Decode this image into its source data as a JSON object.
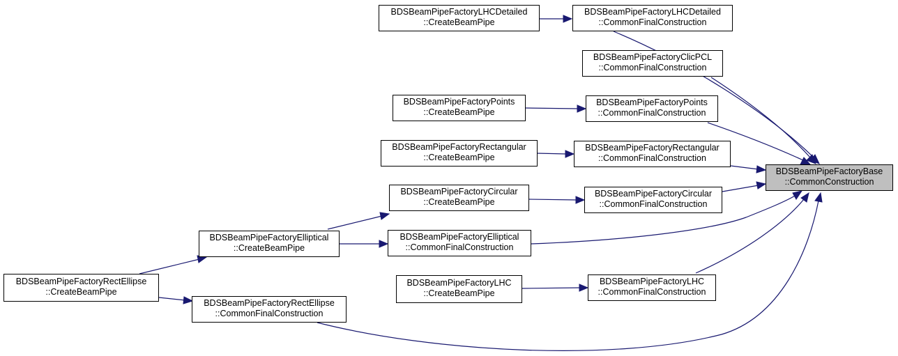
{
  "colors": {
    "edge": "#191970",
    "node_border": "#000000",
    "highlight_fill": "#bfbfbf",
    "background": "#ffffff"
  },
  "nodes": {
    "lhcd_create": {
      "line1": "BDSBeamPipeFactoryLHCDetailed",
      "line2": "::CreateBeamPipe"
    },
    "lhcd_common": {
      "line1": "BDSBeamPipeFactoryLHCDetailed",
      "line2": "::CommonFinalConstruction"
    },
    "clic_common": {
      "line1": "BDSBeamPipeFactoryClicPCL",
      "line2": "::CommonFinalConstruction"
    },
    "points_create": {
      "line1": "BDSBeamPipeFactoryPoints",
      "line2": "::CreateBeamPipe"
    },
    "points_common": {
      "line1": "BDSBeamPipeFactoryPoints",
      "line2": "::CommonFinalConstruction"
    },
    "rect_create": {
      "line1": "BDSBeamPipeFactoryRectangular",
      "line2": "::CreateBeamPipe"
    },
    "rect_common": {
      "line1": "BDSBeamPipeFactoryRectangular",
      "line2": "::CommonFinalConstruction"
    },
    "base_common": {
      "line1": "BDSBeamPipeFactoryBase",
      "line2": "::CommonConstruction"
    },
    "circ_create": {
      "line1": "BDSBeamPipeFactoryCircular",
      "line2": "::CreateBeamPipe"
    },
    "circ_common": {
      "line1": "BDSBeamPipeFactoryCircular",
      "line2": "::CommonFinalConstruction"
    },
    "ell_create": {
      "line1": "BDSBeamPipeFactoryElliptical",
      "line2": "::CreateBeamPipe"
    },
    "ell_common": {
      "line1": "BDSBeamPipeFactoryElliptical",
      "line2": "::CommonFinalConstruction"
    },
    "recell_create": {
      "line1": "BDSBeamPipeFactoryRectEllipse",
      "line2": "::CreateBeamPipe"
    },
    "lhc_create": {
      "line1": "BDSBeamPipeFactoryLHC",
      "line2": "::CreateBeamPipe"
    },
    "lhc_common": {
      "line1": "BDSBeamPipeFactoryLHC",
      "line2": "::CommonFinalConstruction"
    },
    "recell_common": {
      "line1": "BDSBeamPipeFactoryRectEllipse",
      "line2": "::CommonFinalConstruction"
    }
  }
}
